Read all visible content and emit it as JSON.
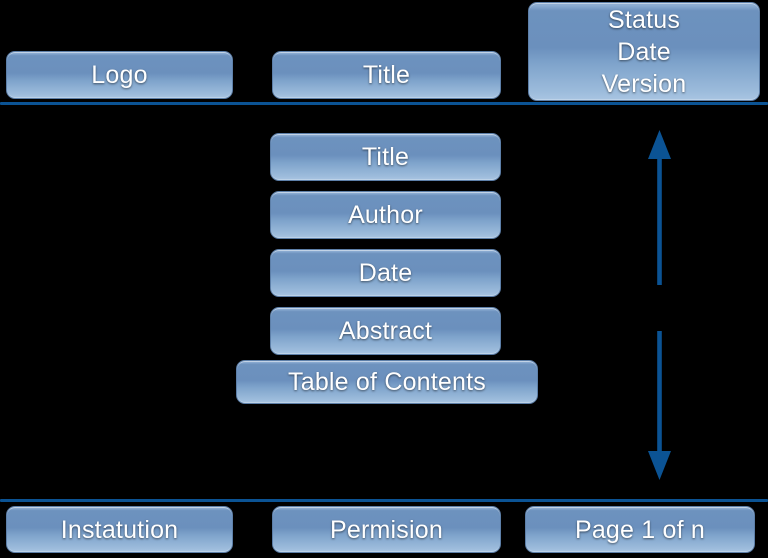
{
  "page": {
    "background_color": "#000000",
    "accent_color": "#0b5394",
    "box_fill_top": "#6d92be",
    "box_fill_bottom": "#a9c5e2",
    "text_color": "#ffffff"
  },
  "header": {
    "logo_label": "Logo",
    "title_label": "Title",
    "status_block": "Status\nDate\nVersion",
    "status_lines": [
      "Status",
      "Date",
      "Version"
    ]
  },
  "dividers": {
    "top_rule": "",
    "bottom_rule": ""
  },
  "body": {
    "items": [
      {
        "label": "Title"
      },
      {
        "label": "Author"
      },
      {
        "label": "Date"
      },
      {
        "label": "Abstract"
      },
      {
        "label": "Table of Contents"
      }
    ]
  },
  "annotation": {
    "scope_arrow": "double-headed-vertical-arrow"
  },
  "footer": {
    "institution_label": "Instatution",
    "permission_label": "Permision",
    "page_label": "Page 1 of n"
  }
}
